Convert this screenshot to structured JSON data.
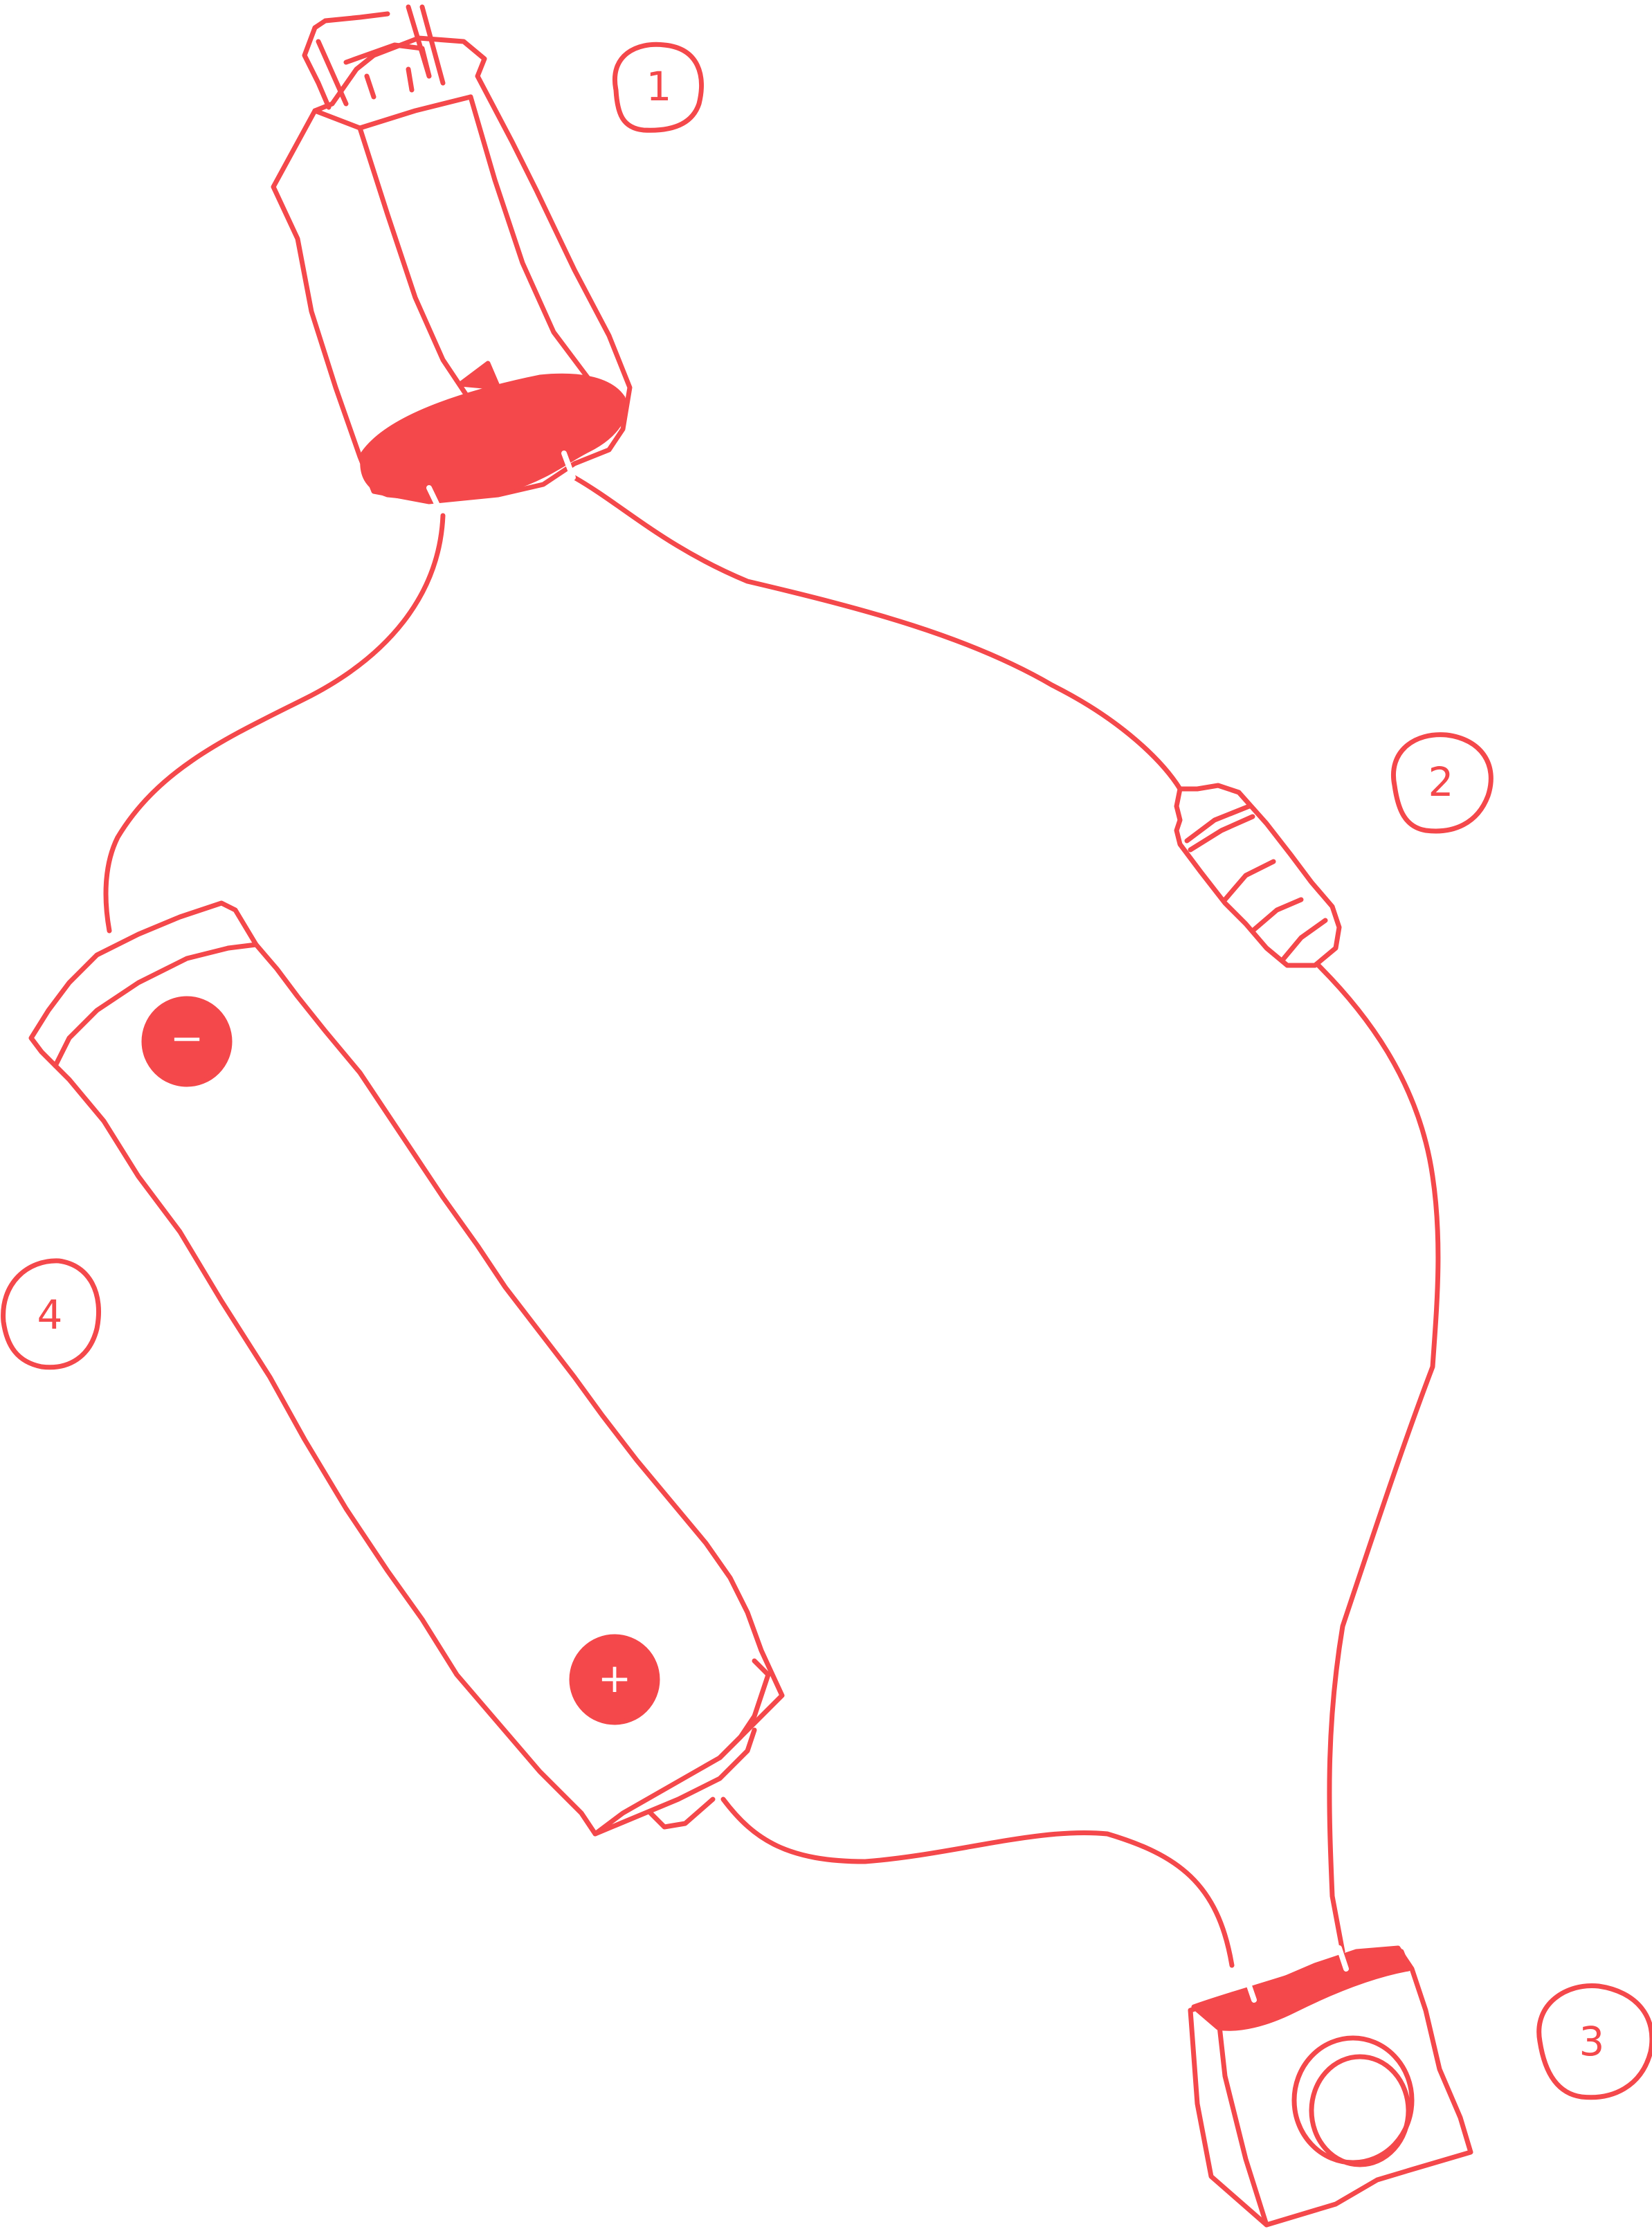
{
  "colors": {
    "ink": "#f4484b",
    "background": "#ffffff"
  },
  "components": [
    {
      "label": "1",
      "kind": "dc-motor-icon"
    },
    {
      "label": "2",
      "kind": "resistor-icon"
    },
    {
      "label": "3",
      "kind": "push-button-switch-icon"
    },
    {
      "label": "4",
      "kind": "battery-holder-icon"
    }
  ],
  "battery": {
    "negative_symbol": "−",
    "positive_symbol": "+"
  }
}
